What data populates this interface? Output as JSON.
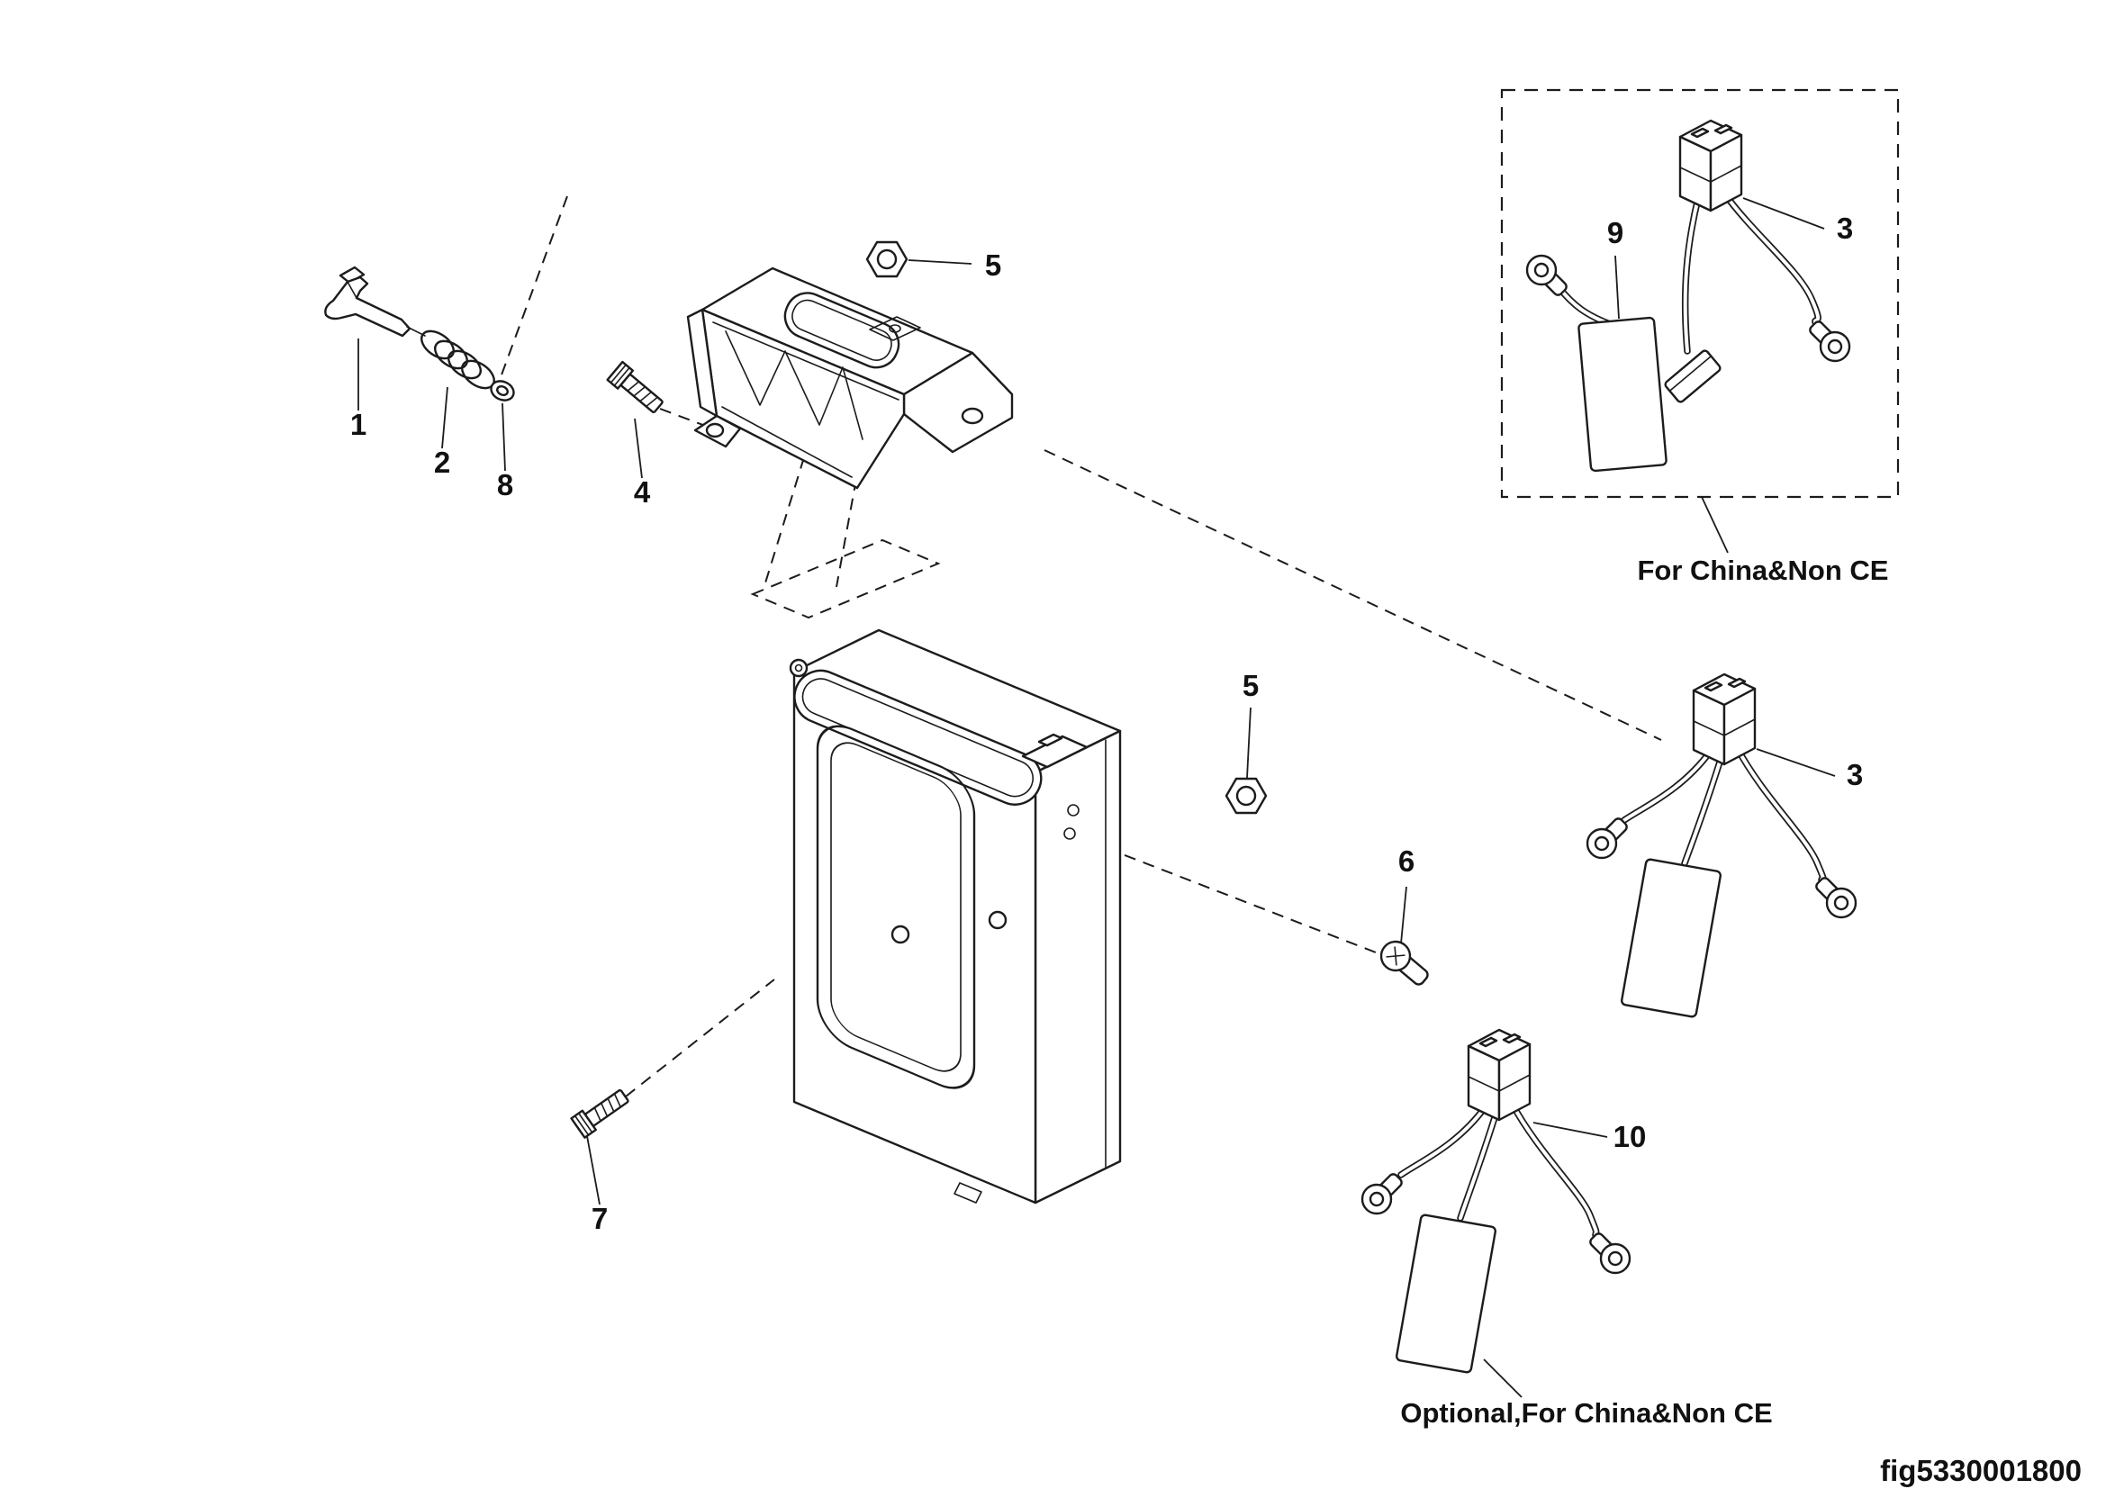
{
  "figure": {
    "id_label": "fig5330001800",
    "background_color": "#ffffff",
    "line_color": "#1c1c1c",
    "text_color": "#111111"
  },
  "callouts": {
    "1": "1",
    "2": "2",
    "3": "3",
    "4": "4",
    "5": "5",
    "6": "6",
    "7": "7",
    "8": "8",
    "9": "9",
    "10": "10"
  },
  "captions": {
    "china_box_label": "For China&Non CE",
    "optional_label": "Optional,For China&Non CE"
  }
}
